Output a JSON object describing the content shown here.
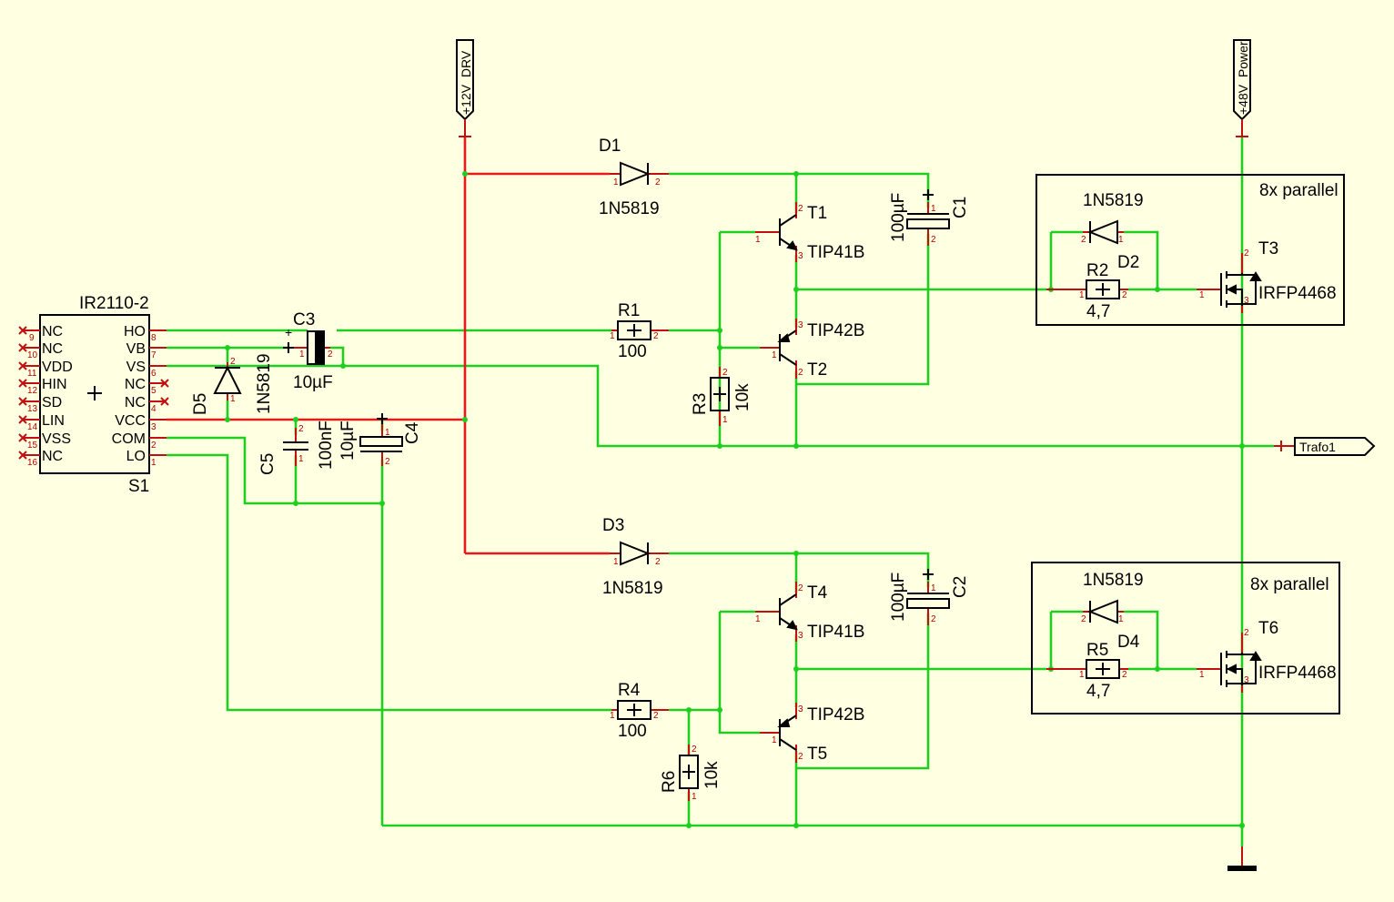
{
  "schematic": {
    "ic": {
      "name": "IR2110-2",
      "ref": "S1",
      "left_pins": [
        {
          "num": "9",
          "label": "NC"
        },
        {
          "num": "10",
          "label": "NC"
        },
        {
          "num": "11",
          "label": "VDD"
        },
        {
          "num": "12",
          "label": "HIN"
        },
        {
          "num": "13",
          "label": "SD"
        },
        {
          "num": "14",
          "label": "LIN"
        },
        {
          "num": "15",
          "label": "VSS"
        },
        {
          "num": "16",
          "label": "NC"
        }
      ],
      "right_pins": [
        {
          "num": "8",
          "label": "HO"
        },
        {
          "num": "7",
          "label": "VB"
        },
        {
          "num": "6",
          "label": "VS"
        },
        {
          "num": "5",
          "label": "NC"
        },
        {
          "num": "4",
          "label": "NC"
        },
        {
          "num": "3",
          "label": "VCC"
        },
        {
          "num": "2",
          "label": "COM"
        },
        {
          "num": "1",
          "label": "LO"
        }
      ]
    },
    "ports": {
      "v12": "+12V_DRV",
      "v48": "+48V_Power",
      "trafo": "Trafo1"
    },
    "components": {
      "D1": {
        "ref": "D1",
        "value": "1N5819"
      },
      "D3": {
        "ref": "D3",
        "value": "1N5819"
      },
      "D5": {
        "ref": "D5",
        "value": "1N5819"
      },
      "D2": {
        "ref": "D2",
        "value": "1N5819"
      },
      "D4": {
        "ref": "D4",
        "value": "1N5819"
      },
      "C1": {
        "ref": "C1",
        "value": "100µF"
      },
      "C2": {
        "ref": "C2",
        "value": "100µF"
      },
      "C3": {
        "ref": "C3",
        "value": "10µF"
      },
      "C4": {
        "ref": "C4",
        "value": "10µF"
      },
      "C5": {
        "ref": "C5",
        "value": "100nF"
      },
      "R1": {
        "ref": "R1",
        "value": "100"
      },
      "R4": {
        "ref": "R4",
        "value": "100"
      },
      "R3": {
        "ref": "R3",
        "value": "10k"
      },
      "R6": {
        "ref": "R6",
        "value": "10k"
      },
      "R2": {
        "ref": "R2",
        "value": "4,7"
      },
      "R5": {
        "ref": "R5",
        "value": "4,7"
      },
      "T1": {
        "ref": "T1",
        "value": "TIP41B"
      },
      "T2": {
        "ref": "T2",
        "value": "TIP42B"
      },
      "T4": {
        "ref": "T4",
        "value": "TIP41B"
      },
      "T5": {
        "ref": "T5",
        "value": "TIP42B"
      },
      "T3": {
        "ref": "T3",
        "value": "IRFP4468"
      },
      "T6": {
        "ref": "T6",
        "value": "IRFP4468"
      }
    },
    "notes": {
      "parallel1": "8x parallel",
      "parallel2": "8x parallel"
    },
    "colors": {
      "background": "#ffffe1",
      "wire": "#1fcf1f",
      "supply_wire": "#e61a1a",
      "pin": "#c01010",
      "symbol": "#000000"
    }
  }
}
